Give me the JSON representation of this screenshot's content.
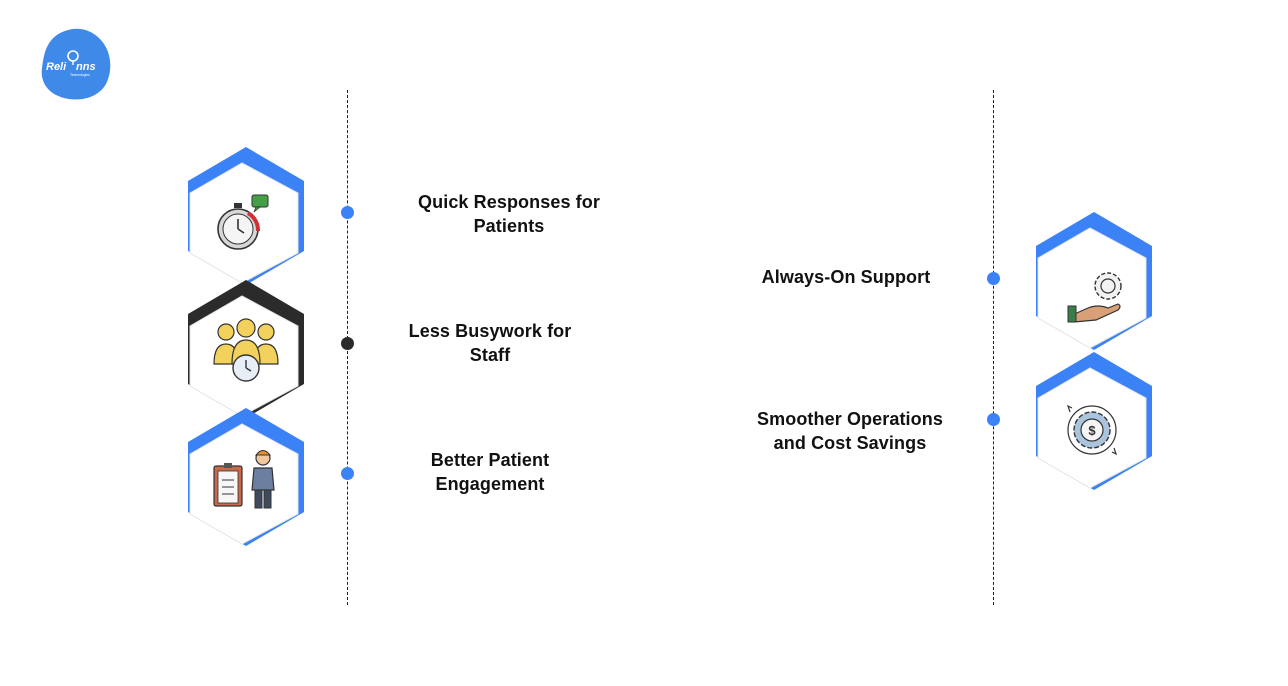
{
  "brand": {
    "name": "Reli",
    "name_suffix": "nns",
    "tagline": "Technologies",
    "color": "#3f8ae8"
  },
  "colors": {
    "accent": "#3b82f6",
    "dark": "#2b2b2b",
    "dot_dark": "#2b2b2b",
    "line": "#1f1f1f"
  },
  "benefits_left": [
    {
      "label": "Quick Responses for\nPatients",
      "icon": "stopwatch-chat-icon",
      "accent": "blue"
    },
    {
      "label": "Less Busywork for\nStaff",
      "icon": "team-clock-icon",
      "accent": "dark"
    },
    {
      "label": "Better Patient\nEngagement",
      "icon": "clipboard-person-icon",
      "accent": "blue"
    }
  ],
  "benefits_right": [
    {
      "label": "Always-On Support",
      "icon": "hand-gear-icon",
      "accent": "blue"
    },
    {
      "label": "Smoother Operations\nand Cost Savings",
      "icon": "gear-dollar-icon",
      "accent": "blue"
    }
  ]
}
